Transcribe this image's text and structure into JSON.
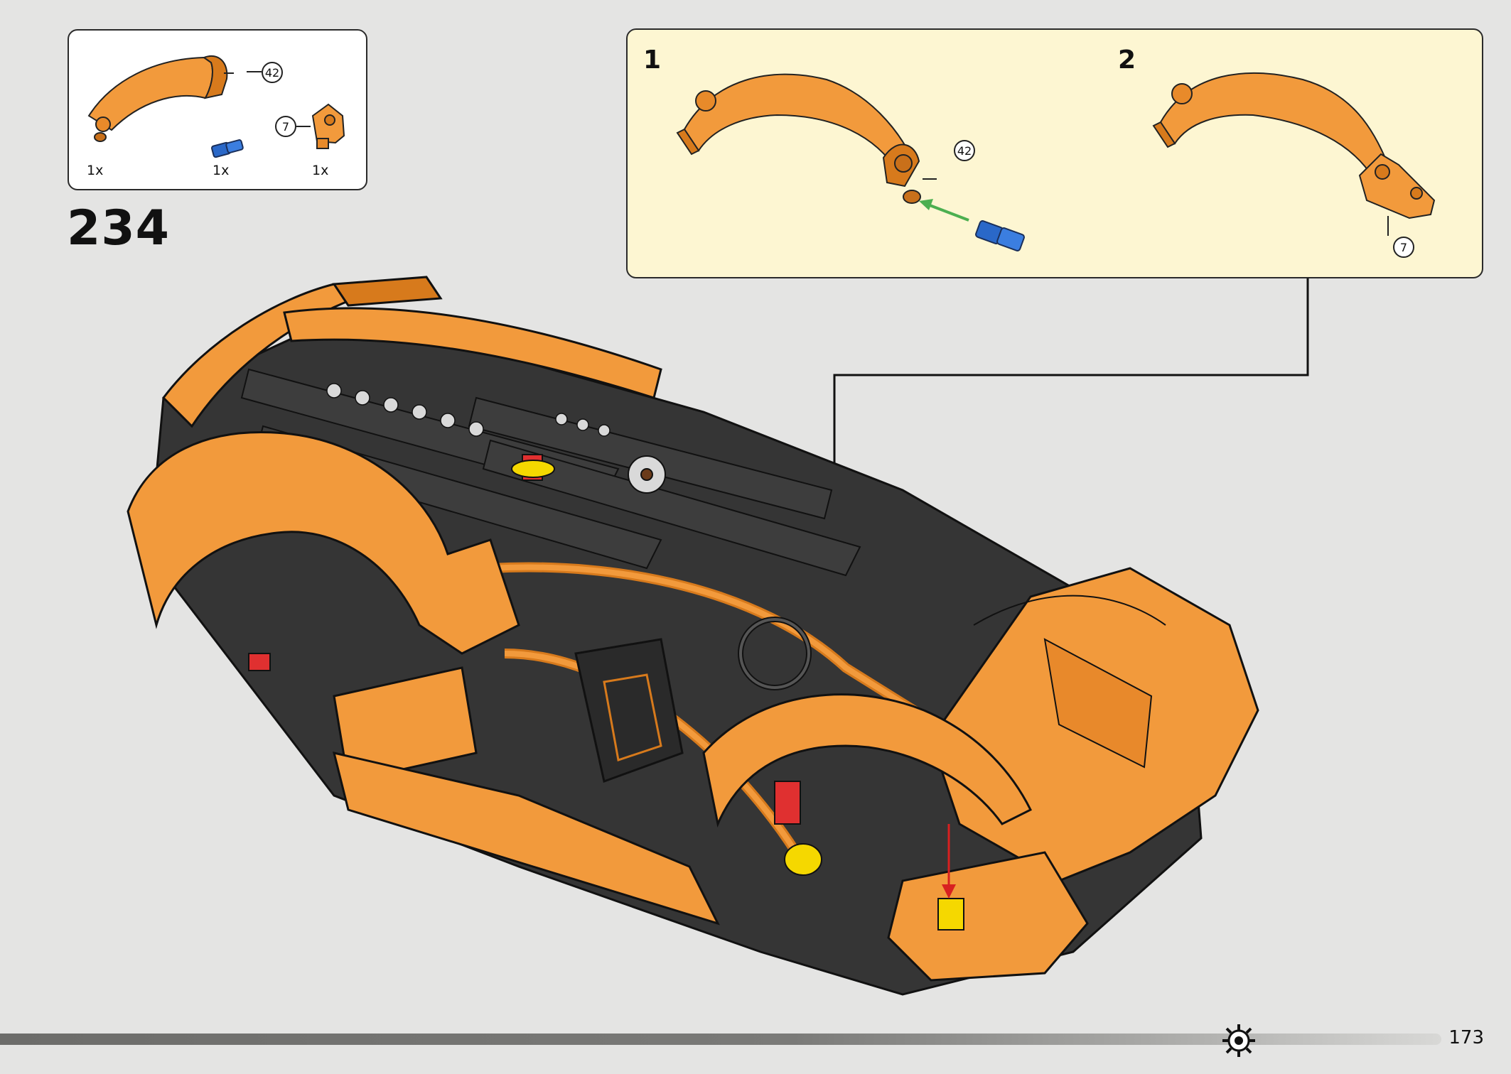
{
  "parts_list": {
    "items": [
      {
        "icon": "orange-curved-fender-panel",
        "qty": "1x",
        "callout": "42"
      },
      {
        "icon": "blue-axle-pin",
        "qty": "1x"
      },
      {
        "icon": "orange-angled-connector",
        "qty": "1x",
        "callout": "7"
      }
    ]
  },
  "step": {
    "number": "234"
  },
  "sub_steps": [
    {
      "number": "1",
      "callout": "42"
    },
    {
      "number": "2",
      "callout": "7"
    }
  ],
  "page": {
    "number": "173"
  },
  "colors": {
    "orange": "#f29a3c",
    "dark_orange": "#d77a1c",
    "black_part": "#353535",
    "blue_pin": "#2a68c8",
    "yellow_background": "#fdf6d2",
    "arrow_green": "#4caf50",
    "arrow_red": "#d82020"
  }
}
